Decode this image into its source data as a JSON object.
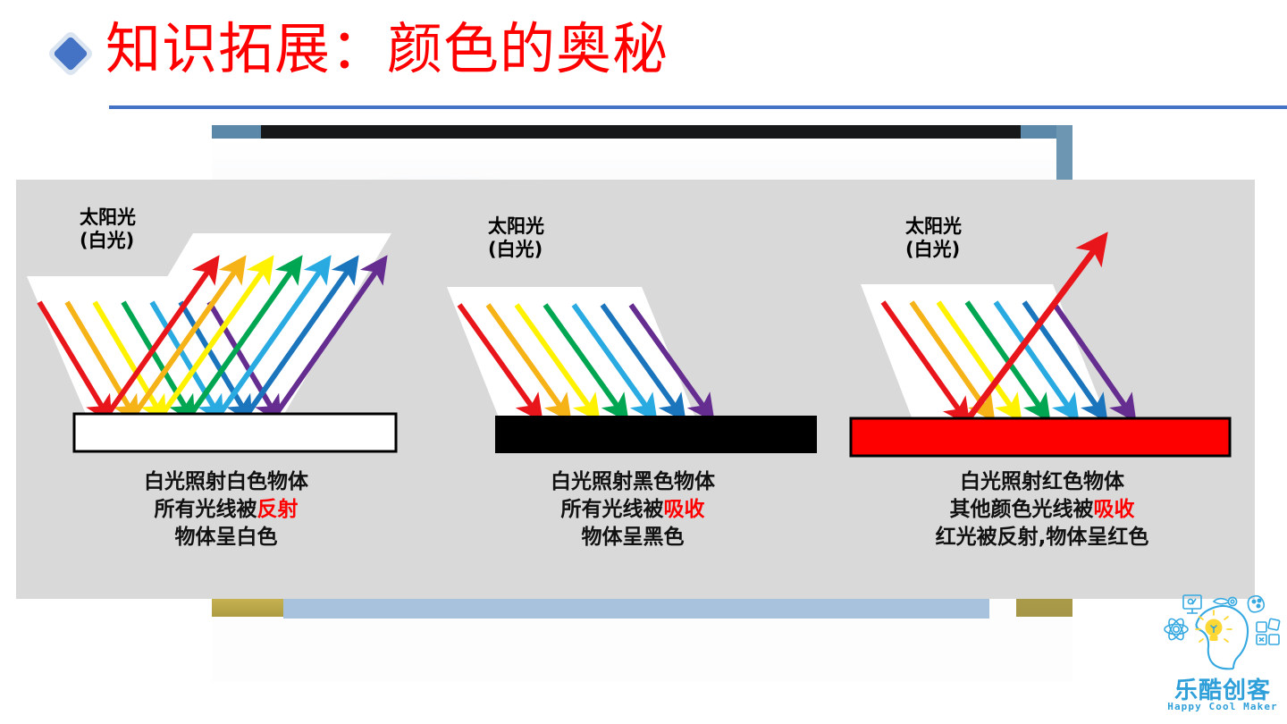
{
  "slide": {
    "title": "知识拓展：颜色的奥秘",
    "bullet_icon": "diamond-bullet-icon",
    "accent_color": "#4472c4",
    "title_color": "#ff0000",
    "panel_bg": "#d9d9d9"
  },
  "spectrum": {
    "colors": [
      "#e8161b",
      "#f6b318",
      "#fff200",
      "#00a651",
      "#29abe2",
      "#1b75bc",
      "#662d91"
    ],
    "names": [
      "red",
      "orange",
      "yellow",
      "green",
      "cyan",
      "blue",
      "purple"
    ]
  },
  "panels": [
    {
      "id": "white-object",
      "source_label": "太阳光\n(白光)",
      "object_fill": "#ffffff",
      "object_stroke": "#000000",
      "incoming_rays": 7,
      "reflected_rays": 7,
      "absorbed": false,
      "caption_lines": [
        {
          "parts": [
            {
              "text": "白光照射白色物体",
              "highlight": false
            }
          ]
        },
        {
          "parts": [
            {
              "text": "所有光线被",
              "highlight": false
            },
            {
              "text": "反射",
              "highlight": true
            }
          ]
        },
        {
          "parts": [
            {
              "text": "物体呈白色",
              "highlight": false
            }
          ]
        }
      ]
    },
    {
      "id": "black-object",
      "source_label": "太阳光\n(白光)",
      "object_fill": "#000000",
      "object_stroke": "#000000",
      "incoming_rays": 7,
      "reflected_rays": 0,
      "absorbed": true,
      "caption_lines": [
        {
          "parts": [
            {
              "text": "白光照射黑色物体",
              "highlight": false
            }
          ]
        },
        {
          "parts": [
            {
              "text": "所有光线被",
              "highlight": false
            },
            {
              "text": "吸收",
              "highlight": true
            }
          ]
        },
        {
          "parts": [
            {
              "text": "物体呈黑色",
              "highlight": false
            }
          ]
        }
      ]
    },
    {
      "id": "red-object",
      "source_label": "太阳光\n(白光)",
      "object_fill": "#ff0000",
      "object_stroke": "#000000",
      "incoming_rays": 7,
      "reflected_rays": 1,
      "reflected_color": "#e8161b",
      "absorbed": true,
      "caption_lines": [
        {
          "parts": [
            {
              "text": "白光照射红色物体",
              "highlight": false
            }
          ]
        },
        {
          "parts": [
            {
              "text": "其他颜色光线被",
              "highlight": false
            },
            {
              "text": "吸收",
              "highlight": true
            }
          ]
        },
        {
          "parts": [
            {
              "text": "红光被反射,物体呈红色",
              "highlight": false
            }
          ]
        }
      ]
    }
  ],
  "logo": {
    "name_cn": "乐酷创客",
    "name_en": "Happy Cool Maker",
    "color": "#2e9fd8",
    "icons": [
      "monitor-icon",
      "gear-icon",
      "atom-icon",
      "palette-icon",
      "calculator-icon",
      "lightbulb-icon",
      "head-profile-icon"
    ]
  },
  "highlight_color": "#ff0000"
}
